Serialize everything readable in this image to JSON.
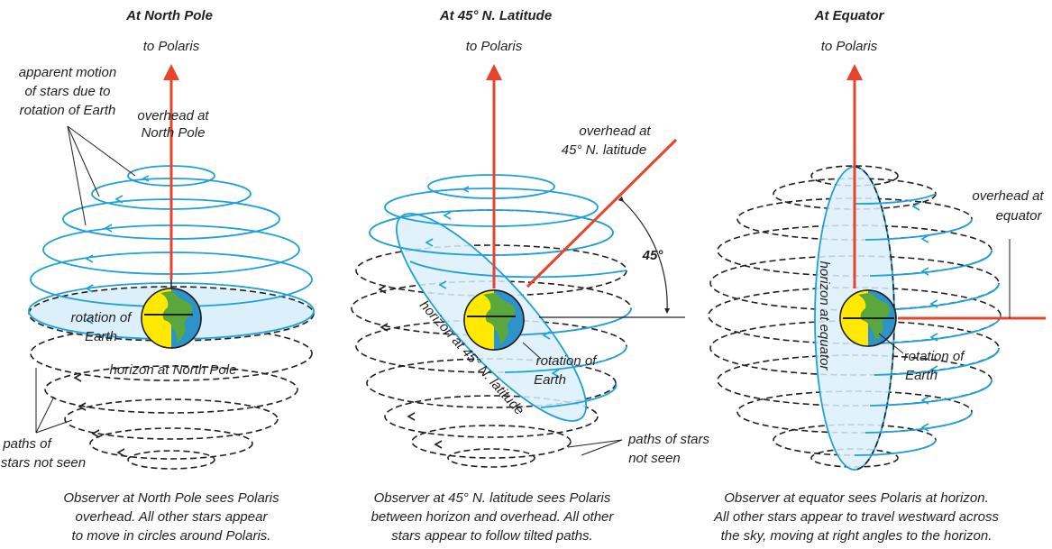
{
  "panels": [
    {
      "title": "At North Pole",
      "to_polaris": "to Polaris",
      "overhead": [
        "overhead at",
        "North Pole"
      ],
      "apparent_motion": [
        "apparent motion",
        "of stars due to",
        "rotation of Earth"
      ],
      "rotation": [
        "rotation of",
        "Earth"
      ],
      "horizon": "horizon at North Pole",
      "paths_not_seen": [
        "paths of",
        "stars not seen"
      ],
      "caption": [
        "Observer at North Pole sees Polaris",
        "overhead. All other stars appear",
        "to move in circles around Polaris."
      ]
    },
    {
      "title": "At 45° N. Latitude",
      "to_polaris": "to Polaris",
      "overhead": [
        "overhead at",
        "45° N. latitude"
      ],
      "angle": "45°",
      "horizon": "horizon at 45° N. latitude",
      "rotation": [
        "rotation of",
        "Earth"
      ],
      "paths_not_seen": [
        "paths of stars",
        "not seen"
      ],
      "caption": [
        "Observer at 45° N. latitude sees Polaris",
        "between horizon and overhead. All other",
        "stars appear to follow tilted paths."
      ]
    },
    {
      "title": "At Equator",
      "to_polaris": "to Polaris",
      "overhead": [
        "overhead at",
        "equator"
      ],
      "horizon": "horizon at equator",
      "rotation": [
        "rotation of",
        "Earth"
      ],
      "caption": [
        "Observer at equator sees Polaris at horizon.",
        "All other stars appear to travel westward across",
        "the sky, moving at right angles to the horizon."
      ]
    }
  ],
  "colors": {
    "star_path": "#1fa1d8",
    "hidden_path": "#231f20",
    "polaris_arrow": "#e8432b",
    "horizon_fill": "#dcf0fb",
    "earth_ocean": "#2c93cc",
    "earth_land": "#5aa83c",
    "earth_day": "#ffe900"
  }
}
